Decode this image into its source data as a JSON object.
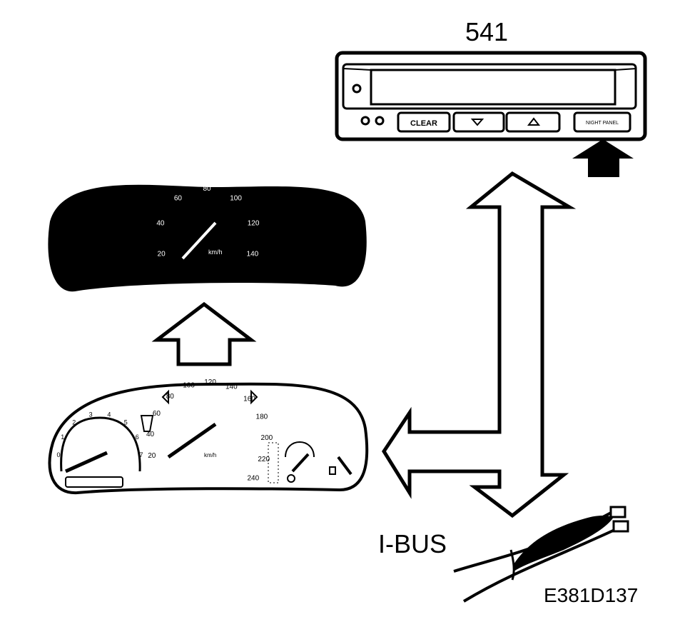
{
  "labels": {
    "module_number": "541",
    "bus_name": "I-BUS",
    "figure_code": "E381D137"
  },
  "sid_panel": {
    "buttons": {
      "clear": "CLEAR",
      "night_panel": "NIGHT PANEL"
    }
  },
  "night_gauge": {
    "ticks": [
      "20",
      "40",
      "60",
      "80",
      "100",
      "120",
      "140"
    ],
    "unit": "km/h"
  },
  "cluster": {
    "speed_ticks": [
      "20",
      "40",
      "60",
      "80",
      "100",
      "120",
      "140",
      "160",
      "180",
      "200",
      "220",
      "240"
    ],
    "unit": "km/h",
    "rpm_ticks": [
      "0",
      "1",
      "2",
      "3",
      "4",
      "5",
      "6",
      "7"
    ]
  },
  "colors": {
    "ink": "#000000",
    "paper": "#ffffff"
  }
}
